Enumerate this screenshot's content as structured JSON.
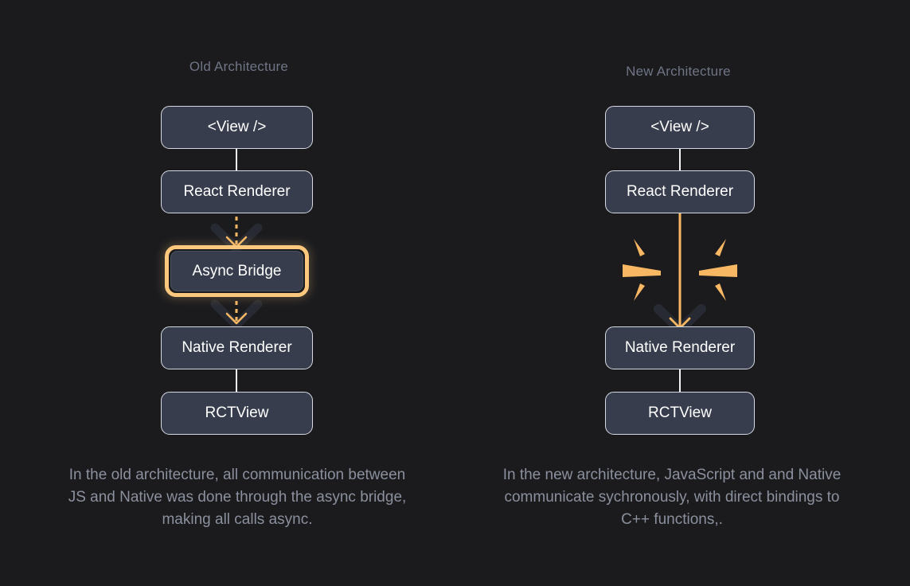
{
  "background_color": "#1b1b1e",
  "accent_color": "#f7b763",
  "ring_color": "#fbc87d",
  "node_fill": "#373d4c",
  "node_border": "#d6dae3",
  "heading_color": "#6f7584",
  "caption_color": "#8b909d",
  "columns": {
    "old": {
      "heading": "Old Architecture",
      "nodes": [
        {
          "label": "<View />"
        },
        {
          "label": "React Renderer"
        },
        {
          "label": "Async Bridge",
          "highlighted": true
        },
        {
          "label": "Native Renderer"
        },
        {
          "label": "RCTView"
        }
      ],
      "connectors": [
        {
          "from": "<View />",
          "to": "React Renderer",
          "style": "solid-white"
        },
        {
          "from": "React Renderer",
          "to": "Async Bridge",
          "style": "dashed-orange-arrow"
        },
        {
          "from": "Async Bridge",
          "to": "Native Renderer",
          "style": "dashed-orange-arrow"
        },
        {
          "from": "Native Renderer",
          "to": "RCTView",
          "style": "solid-white"
        }
      ],
      "caption": "In the old architecture, all communication between JS and Native was done through the async bridge, making all calls async."
    },
    "new": {
      "heading": "New Architecture",
      "nodes": [
        {
          "label": "<View />"
        },
        {
          "label": "React Renderer"
        },
        {
          "label": "Native Renderer"
        },
        {
          "label": "RCTView"
        }
      ],
      "connectors": [
        {
          "from": "<View />",
          "to": "React Renderer",
          "style": "solid-white"
        },
        {
          "from": "React Renderer",
          "to": "Native Renderer",
          "style": "solid-orange-arrow"
        },
        {
          "from": "Native Renderer",
          "to": "RCTView",
          "style": "solid-white"
        }
      ],
      "decoration": {
        "name": "sparkle-burst",
        "ray_count": 6
      },
      "caption": "In the new architecture, JavaScript and and Native communicate sychronously, with direct bindings to C++ functions,."
    }
  }
}
